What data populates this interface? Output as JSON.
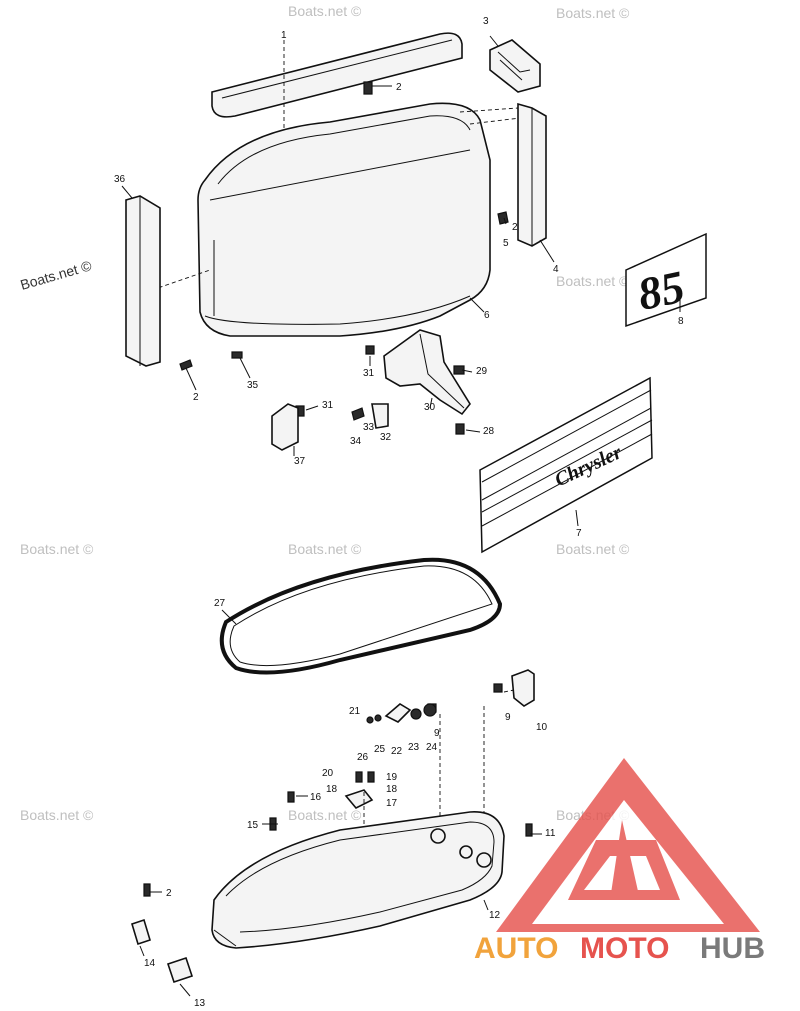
{
  "watermarks": {
    "site": "Boats.net ©",
    "side_label": "Boats.net ©"
  },
  "decals": {
    "hp_number": "85",
    "brand_name": "Chrysler"
  },
  "brand": {
    "part1": "AUTO",
    "part2": "MOTO",
    "part3": "HUB"
  },
  "callouts": [
    "1",
    "2",
    "3",
    "2",
    "4",
    "5",
    "6",
    "8",
    "36",
    "2",
    "35",
    "31",
    "29",
    "30",
    "31",
    "33",
    "34",
    "32",
    "28",
    "37",
    "7",
    "27",
    "21",
    "9",
    "10",
    "26",
    "25",
    "22",
    "23",
    "24",
    "9",
    "20",
    "19",
    "18",
    "16",
    "17",
    "18",
    "15",
    "11",
    "2",
    "12",
    "14",
    "13"
  ]
}
